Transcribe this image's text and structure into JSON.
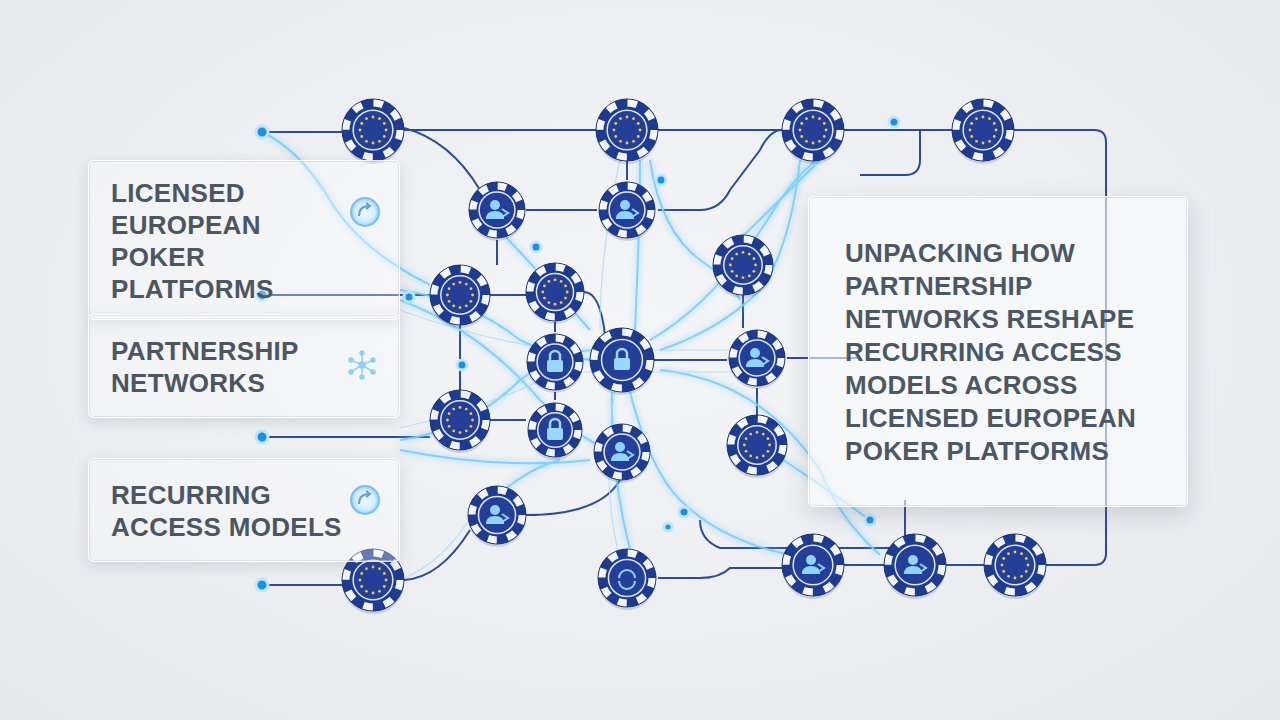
{
  "diagram": {
    "nodes": [
      {
        "text": [
          "LICENSED EUROPEAN POKER PLATFORMS"
        ]
      },
      {
        "text": [
          "PARTNERSHIP NETWORKS"
        ]
      },
      {
        "text": [
          "RECURRING ACCESS MODELS"
        ]
      },
      {
        "text": [
          "UNPACKING HOW PARTNERSHIP NETWORKS RESHAPE RECURRING ACCESS MODELS ACROSS LICENSED EUROPEAN POKER PLATFORMS"
        ]
      }
    ]
  }
}
